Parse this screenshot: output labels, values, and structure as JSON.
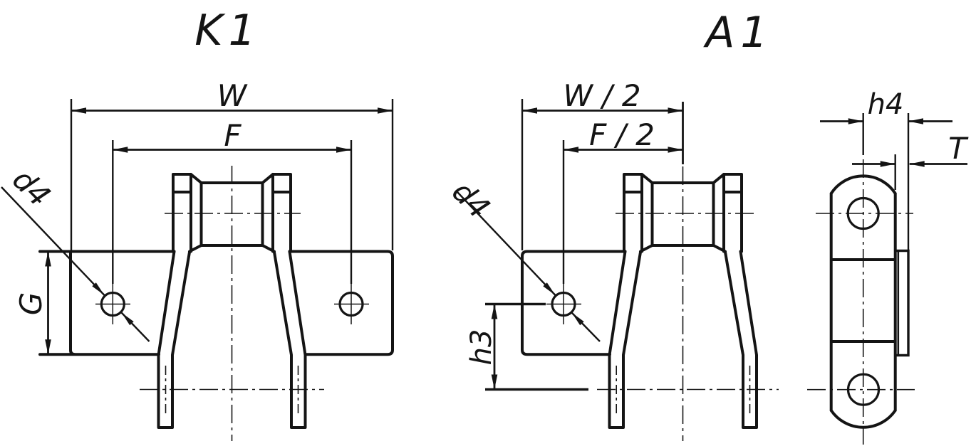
{
  "drawing": {
    "background": "#ffffff",
    "line_color": "#141414",
    "views": {
      "k1": {
        "title": "K1",
        "dim_overall_width": "W",
        "dim_hole_spacing": "F",
        "dim_hole_diameter": "d4",
        "dim_plate_height": "G"
      },
      "a1": {
        "title": "A1",
        "dim_overall_width": "W / 2",
        "dim_hole_spacing": "F / 2",
        "dim_hole_diameter": "d4",
        "dim_hole_height": "h3"
      },
      "side": {
        "dim_bend_offset": "h4",
        "dim_plate_thickness": "T"
      }
    }
  }
}
